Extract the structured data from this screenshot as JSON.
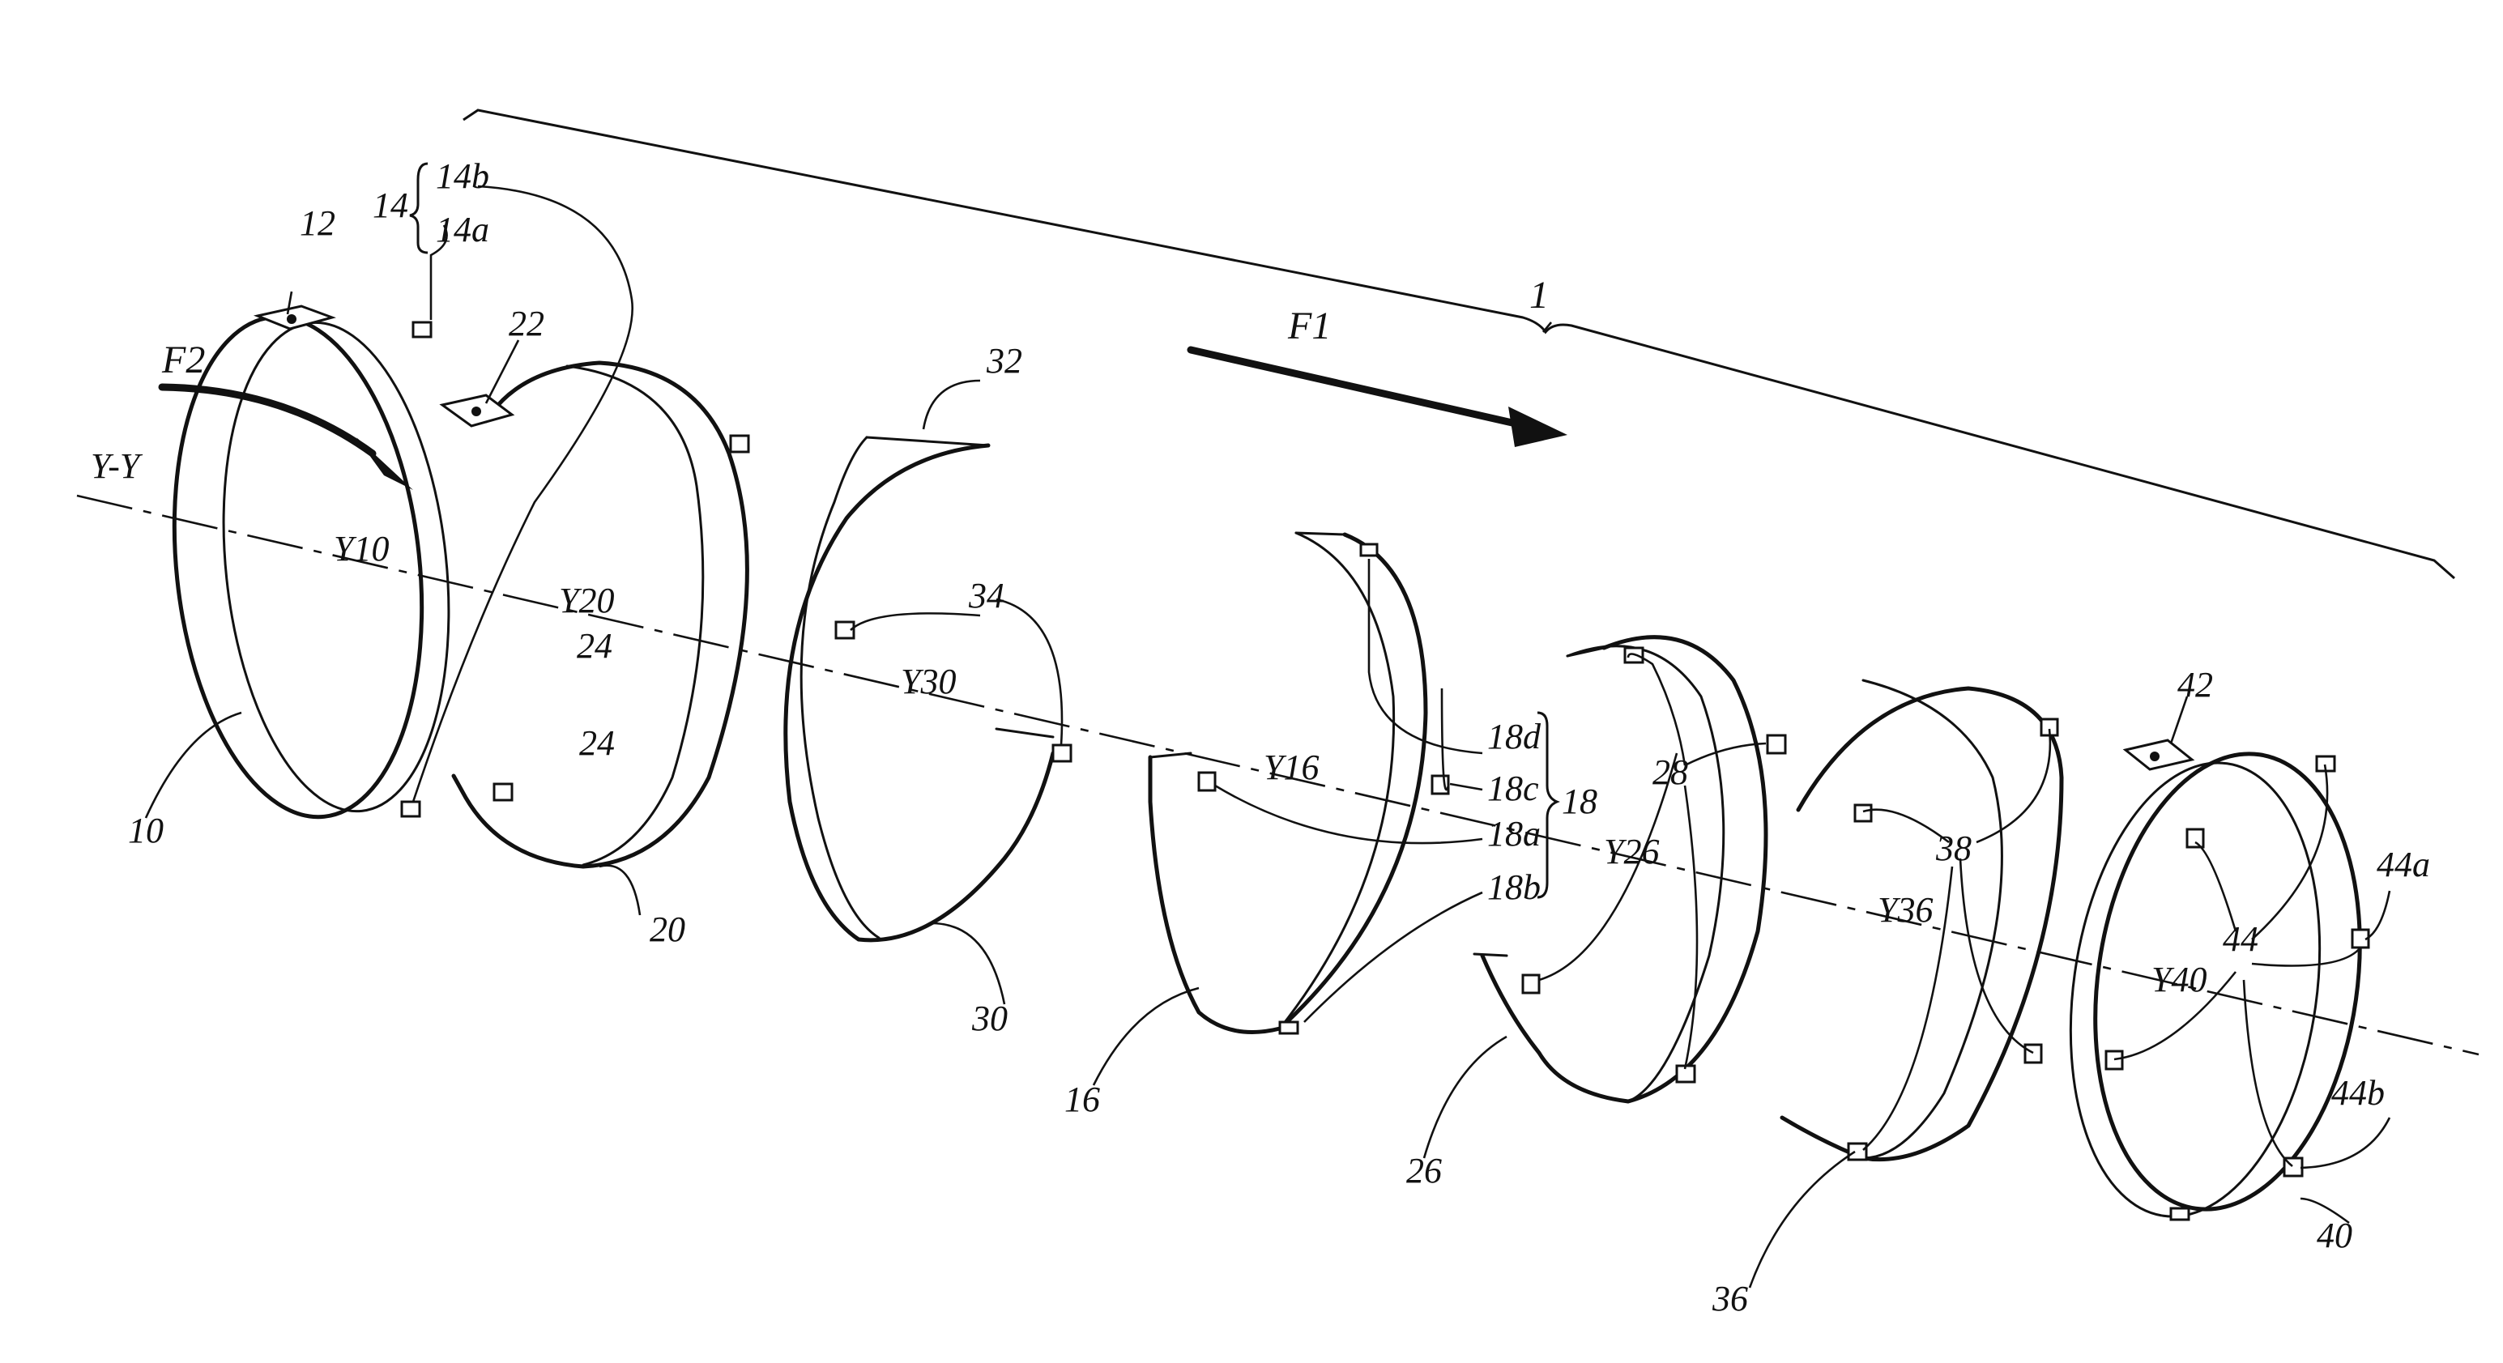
{
  "figure": {
    "labels": {
      "ref_1": "1",
      "ref_10": "10",
      "ref_12": "12",
      "ref_14": "14",
      "ref_14a": "14a",
      "ref_14b": "14b",
      "ref_16": "16",
      "ref_18": "18",
      "ref_18a": "18a",
      "ref_18b": "18b",
      "ref_18c": "18c",
      "ref_18d": "18d",
      "ref_20": "20",
      "ref_22": "22",
      "ref_24_upper": "24",
      "ref_24_lower": "24",
      "ref_26": "26",
      "ref_28": "28",
      "ref_30": "30",
      "ref_32": "32",
      "ref_34": "34",
      "ref_36": "36",
      "ref_38": "38",
      "ref_40": "40",
      "ref_42": "42",
      "ref_44": "44",
      "ref_44a": "44a",
      "ref_44b": "44b",
      "axis_main": "Y-Y",
      "axis_10": "Y10",
      "axis_20": "Y20",
      "axis_30": "Y30",
      "axis_16": "Y16",
      "axis_26": "Y26",
      "axis_36": "Y36",
      "axis_40": "Y40",
      "arrow_f1": "F1",
      "arrow_f2": "F2"
    }
  }
}
